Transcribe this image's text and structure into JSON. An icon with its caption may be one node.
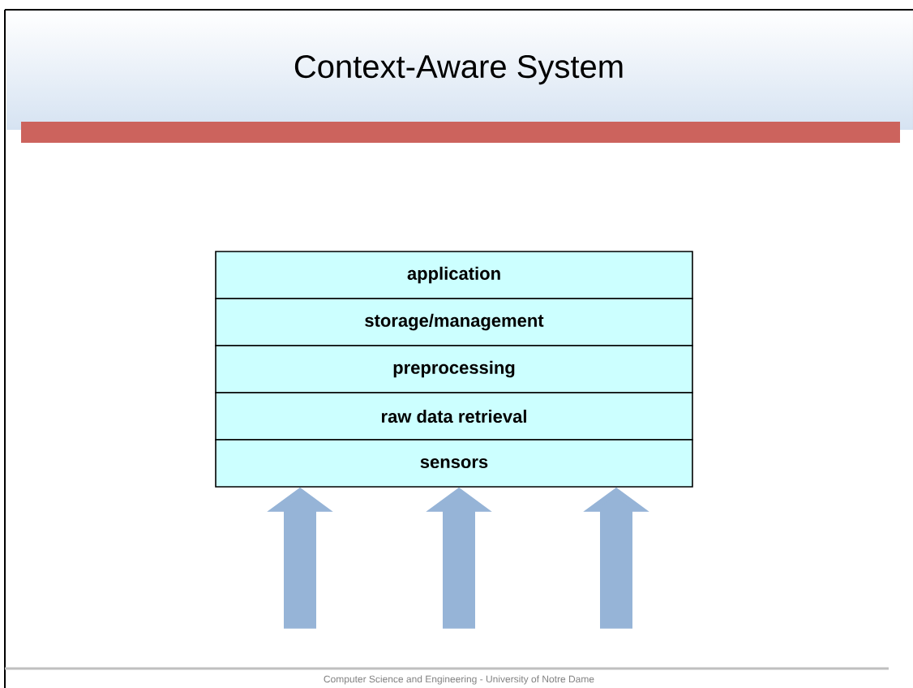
{
  "diagram": {
    "title": "Context-Aware System",
    "nodes": [
      {
        "text": [
          "application"
        ]
      },
      {
        "text": [
          "storage/management"
        ]
      },
      {
        "text": [
          "preprocessing"
        ]
      },
      {
        "text": [
          "raw data retrieval"
        ]
      },
      {
        "text": [
          "sensors"
        ]
      }
    ],
    "edges": [
      {
        "from": null,
        "to": 4,
        "arrow": "to"
      },
      {
        "from": null,
        "to": 4,
        "arrow": "to"
      },
      {
        "from": null,
        "to": 4,
        "arrow": "to"
      }
    ],
    "labels": [
      "Computer Science and Engineering - University of Notre Dame"
    ]
  }
}
